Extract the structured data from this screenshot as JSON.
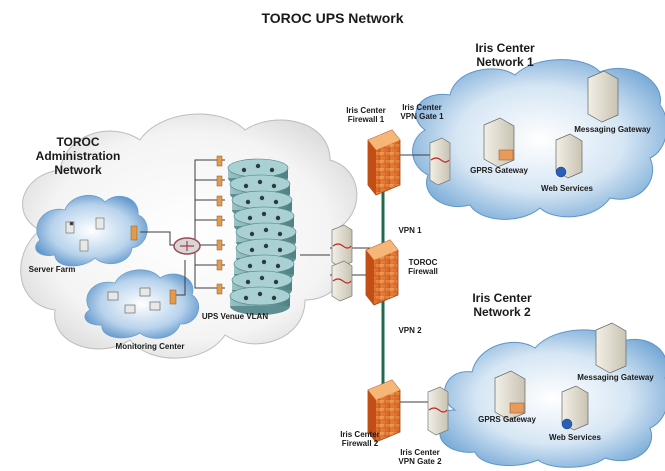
{
  "title": "TOROC UPS Network",
  "clouds": {
    "admin": "TOROC\nAdministration\nNetwork",
    "iris1": "Iris Center\nNetwork 1",
    "iris2": "Iris Center\nNetwork 2"
  },
  "labels": {
    "server_farm": "Server Farm",
    "monitoring_center": "Monitoring Center",
    "ups_vlan": "UPS Venue VLAN",
    "firewall1": "Iris Center\nFirewall 1",
    "vpn_gate1": "Iris Center\nVPN Gate 1",
    "toroc_firewall": "TOROC\nFirewall",
    "vpn1": "VPN 1",
    "vpn2": "VPN 2",
    "firewall2": "Iris Center\nFirewall 2",
    "vpn_gate2": "Iris Center\nVPN Gate 2",
    "gprs1": "GPRS Gateway",
    "msg1": "Messaging Gateway",
    "web1": "Web Services",
    "gprs2": "GPRS Gateway",
    "msg2": "Messaging Gateway",
    "web2": "Web Services"
  },
  "colors": {
    "cloud_fill": "#7fb2dc",
    "cloud_light": "#e6f0fa",
    "firewall": "#e8732a",
    "link": "#1f6b4a",
    "vlan": "#5f8f92"
  }
}
